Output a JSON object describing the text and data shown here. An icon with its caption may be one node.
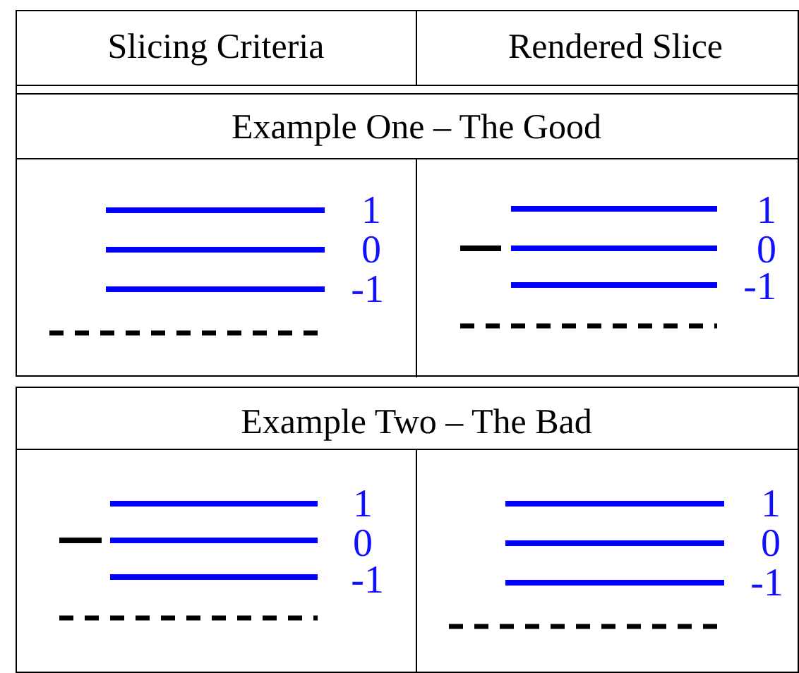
{
  "diagram": {
    "labels": [
      "Slicing Criteria",
      "Rendered Slice",
      "Example One – The Good",
      "1",
      "0",
      "-1",
      "1",
      "0",
      "-1",
      "Example Two – The Bad",
      "1",
      "0",
      "-1",
      "1",
      "0",
      "-1"
    ]
  }
}
